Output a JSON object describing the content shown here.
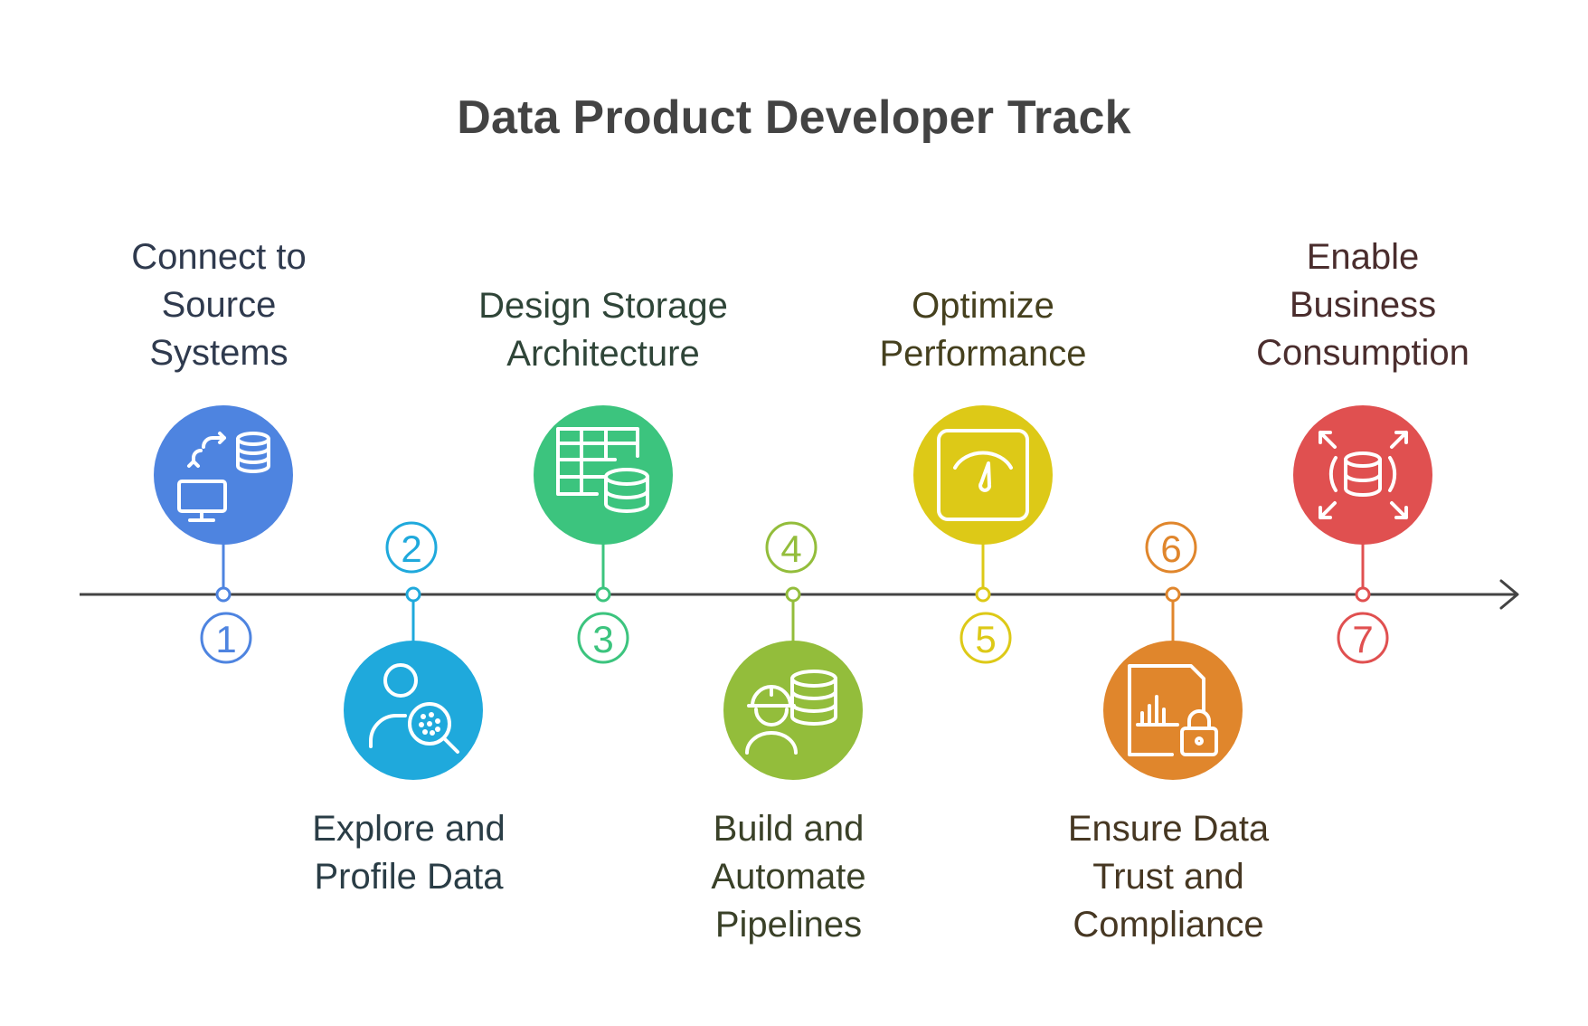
{
  "title": "Data Product Developer Track",
  "axis_color": "#434343",
  "steps": [
    {
      "number": "1",
      "label": "Connect to\nSource\nSystems",
      "color": "#4E84E0",
      "text_color": "#2f3a4e",
      "icon": "data-transfer-icon"
    },
    {
      "number": "2",
      "label": "Explore and\nProfile Data",
      "color": "#1FA9DC",
      "text_color": "#2a3d46",
      "icon": "user-search-icon"
    },
    {
      "number": "3",
      "label": "Design Storage\nArchitecture",
      "color": "#3CC47E",
      "text_color": "#2f4538",
      "icon": "table-database-icon"
    },
    {
      "number": "4",
      "label": "Build and\nAutomate\nPipelines",
      "color": "#93BD3B",
      "text_color": "#3a4128",
      "icon": "engineer-database-icon"
    },
    {
      "number": "5",
      "label": "Optimize\nPerformance",
      "color": "#DDC917",
      "text_color": "#45401e",
      "icon": "gauge-icon"
    },
    {
      "number": "6",
      "label": "Ensure Data\nTrust and\nCompliance",
      "color": "#E0862C",
      "text_color": "#463722",
      "icon": "secure-report-icon"
    },
    {
      "number": "7",
      "label": "Enable\nBusiness\nConsumption",
      "color": "#E05050",
      "text_color": "#4a2d2d",
      "icon": "database-expand-icon"
    }
  ]
}
